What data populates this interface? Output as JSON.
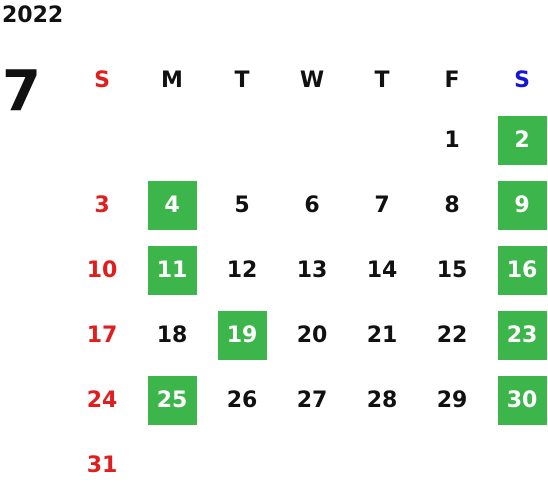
{
  "year": "2022",
  "month": "7",
  "weekday_headers": [
    "S",
    "M",
    "T",
    "W",
    "T",
    "F",
    "S"
  ],
  "colors": {
    "sunday": "#e21d1d",
    "saturday": "#1515d6",
    "highlight": "#3cb54a",
    "text": "#111111"
  },
  "weeks": [
    [
      {
        "day": "",
        "hl": false
      },
      {
        "day": "",
        "hl": false
      },
      {
        "day": "",
        "hl": false
      },
      {
        "day": "",
        "hl": false
      },
      {
        "day": "",
        "hl": false
      },
      {
        "day": "1",
        "hl": false
      },
      {
        "day": "2",
        "hl": true
      }
    ],
    [
      {
        "day": "3",
        "hl": false
      },
      {
        "day": "4",
        "hl": true
      },
      {
        "day": "5",
        "hl": false
      },
      {
        "day": "6",
        "hl": false
      },
      {
        "day": "7",
        "hl": false
      },
      {
        "day": "8",
        "hl": false
      },
      {
        "day": "9",
        "hl": true
      }
    ],
    [
      {
        "day": "10",
        "hl": false
      },
      {
        "day": "11",
        "hl": true
      },
      {
        "day": "12",
        "hl": false
      },
      {
        "day": "13",
        "hl": false
      },
      {
        "day": "14",
        "hl": false
      },
      {
        "day": "15",
        "hl": false
      },
      {
        "day": "16",
        "hl": true
      }
    ],
    [
      {
        "day": "17",
        "hl": false
      },
      {
        "day": "18",
        "hl": false
      },
      {
        "day": "19",
        "hl": true
      },
      {
        "day": "20",
        "hl": false
      },
      {
        "day": "21",
        "hl": false
      },
      {
        "day": "22",
        "hl": false
      },
      {
        "day": "23",
        "hl": true
      }
    ],
    [
      {
        "day": "24",
        "hl": false
      },
      {
        "day": "25",
        "hl": true
      },
      {
        "day": "26",
        "hl": false
      },
      {
        "day": "27",
        "hl": false
      },
      {
        "day": "28",
        "hl": false
      },
      {
        "day": "29",
        "hl": false
      },
      {
        "day": "30",
        "hl": true
      }
    ],
    [
      {
        "day": "31",
        "hl": false
      },
      {
        "day": "",
        "hl": false
      },
      {
        "day": "",
        "hl": false
      },
      {
        "day": "",
        "hl": false
      },
      {
        "day": "",
        "hl": false
      },
      {
        "day": "",
        "hl": false
      },
      {
        "day": "",
        "hl": false
      }
    ]
  ]
}
